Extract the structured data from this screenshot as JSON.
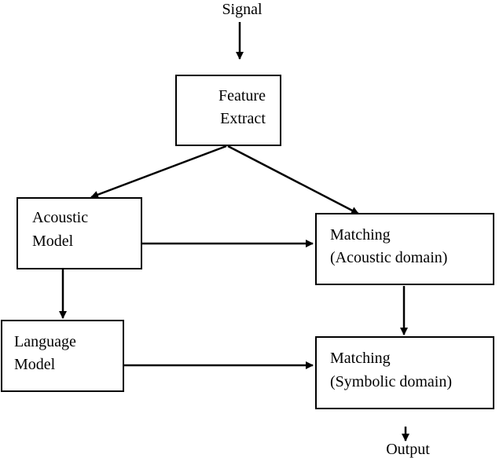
{
  "labels": {
    "signal": "Signal",
    "output": "Output"
  },
  "nodes": {
    "feature_extract": {
      "line1": "Feature",
      "line2": "Extract"
    },
    "acoustic_model": {
      "line1": "Acoustic",
      "line2": "Model"
    },
    "language_model": {
      "line1": "Language",
      "line2": "Model"
    },
    "matching_acoustic": {
      "line1": "Matching",
      "line2": "(Acoustic domain)"
    },
    "matching_symbolic": {
      "line1": "Matching",
      "line2": "(Symbolic domain)"
    }
  },
  "colors": {
    "stroke": "#000000",
    "background": "#ffffff"
  }
}
